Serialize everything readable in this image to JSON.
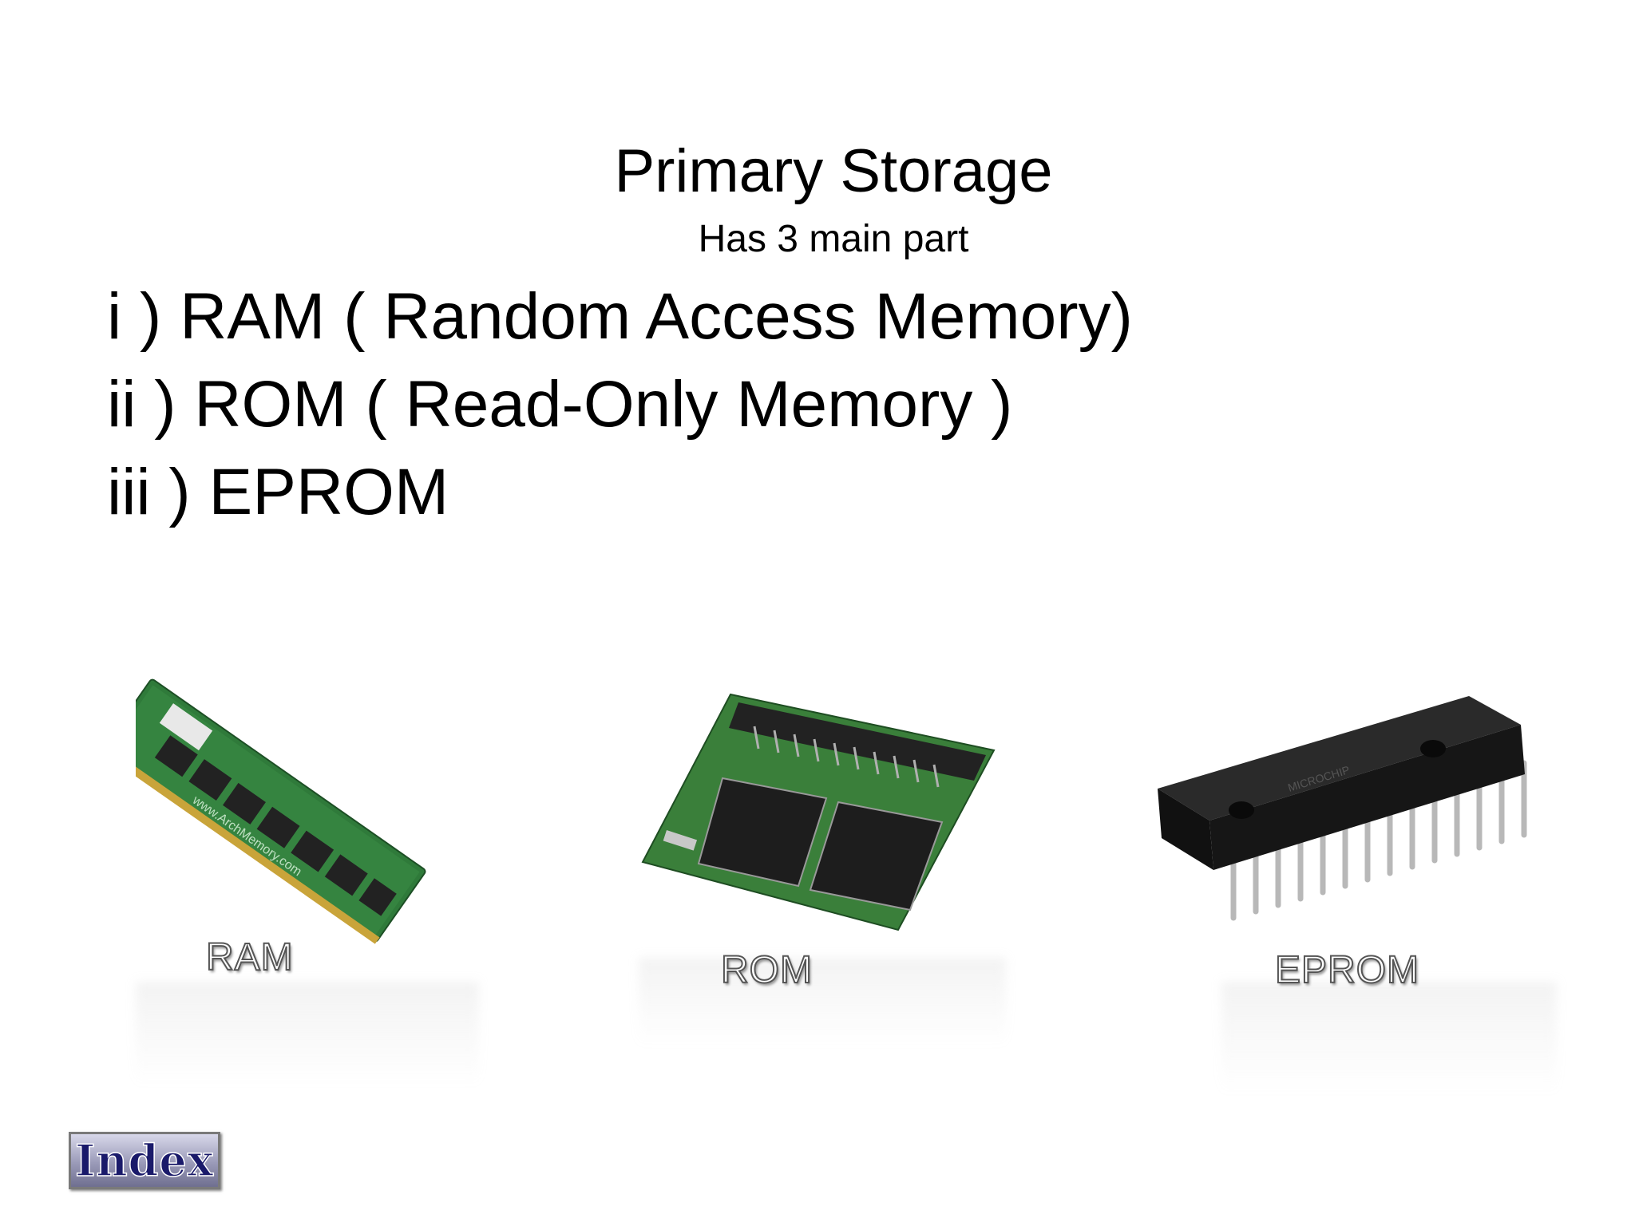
{
  "slide": {
    "title": "Primary Storage",
    "subtitle": "Has 3 main part",
    "items": [
      "i ) RAM ( Random Access Memory)",
      "ii ) ROM ( Read-Only Memory )",
      "iii ) EPROM"
    ]
  },
  "figures": {
    "ram": {
      "caption": "RAM",
      "watermark": "www.ArchMemory.com",
      "icon": "ram-module-image"
    },
    "rom": {
      "caption": "ROM",
      "icon": "rom-module-image"
    },
    "eprom": {
      "caption": "EPROM",
      "chip_label": "MICROCHIP",
      "icon": "eprom-chip-image"
    }
  },
  "navigation": {
    "index_label": "Index"
  },
  "colors": {
    "background": "#ffffff",
    "text": "#000000",
    "pcb_green": "#2f7a3a",
    "chip_black": "#1b1b1b",
    "index_button_text": "#1a1a6a"
  }
}
